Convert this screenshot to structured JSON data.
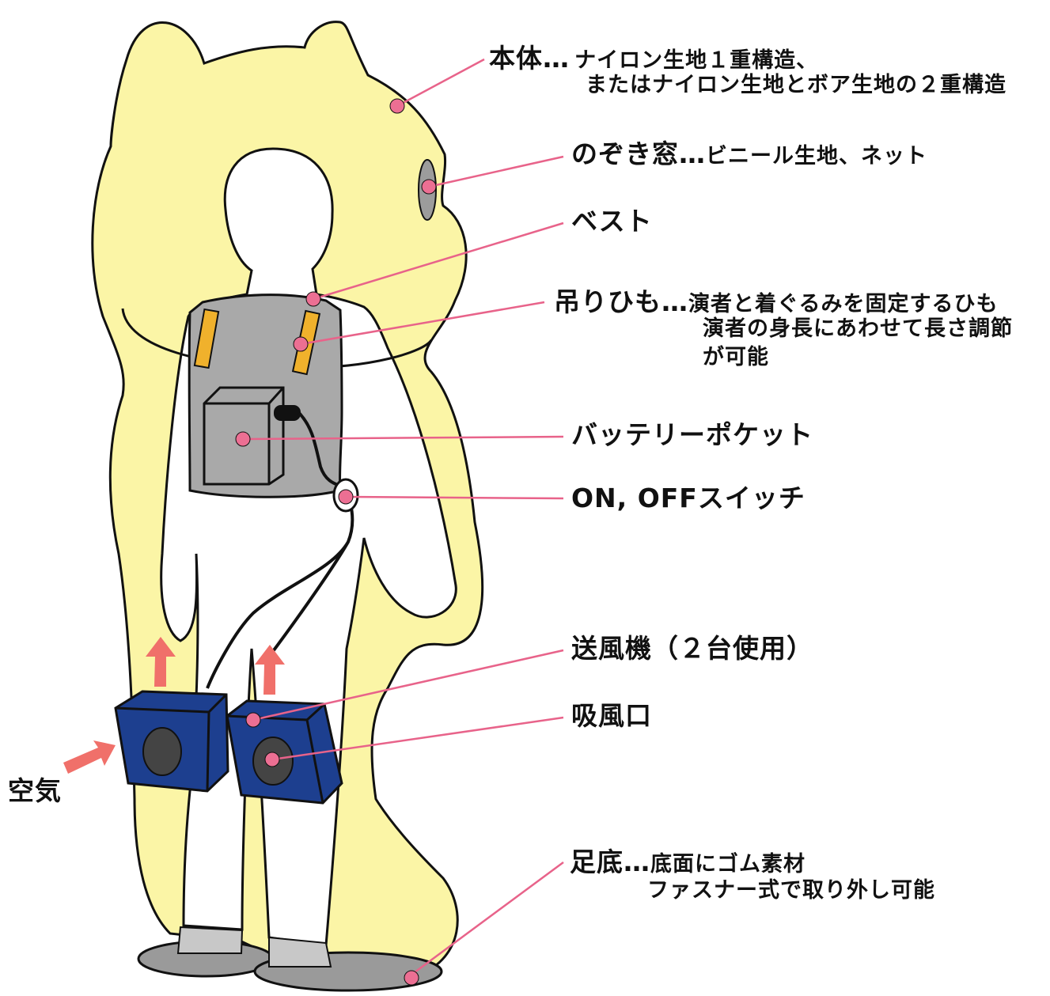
{
  "labels": {
    "body": {
      "title": "本体…",
      "desc": [
        "ナイロン生地１重構造、",
        "またはナイロン生地とボア生地の２重構造"
      ]
    },
    "window": {
      "title": "のぞき窓…",
      "desc": "ビニール生地、ネット"
    },
    "vest": {
      "title": "ベスト"
    },
    "strap": {
      "title": "吊りひも…",
      "desc": [
        "演者と着ぐるみを固定するひも",
        "演者の身長にあわせて長さ調節",
        "が可能"
      ]
    },
    "battery": {
      "title": "バッテリーポケット"
    },
    "switch": {
      "title": "ON, OFFスイッチ"
    },
    "blower": {
      "title": "送風機（２台使用）"
    },
    "intake": {
      "title": "吸風口"
    },
    "air": {
      "title": "空気"
    },
    "sole": {
      "title": "足底…",
      "desc": [
        "底面にゴム素材",
        "ファスナー式で取り外し可能"
      ]
    }
  },
  "colors": {
    "suit": "#fbf5a6",
    "vest": "#a9a9a9",
    "strap": "#f0b12c",
    "blower": "#1d3f8f",
    "leader": "#e8638a",
    "dot": "#ec6f93",
    "arrow": "#f0706a",
    "sole": "#999999"
  },
  "icons": [
    "pointer-dot",
    "air-flow-arrow"
  ]
}
